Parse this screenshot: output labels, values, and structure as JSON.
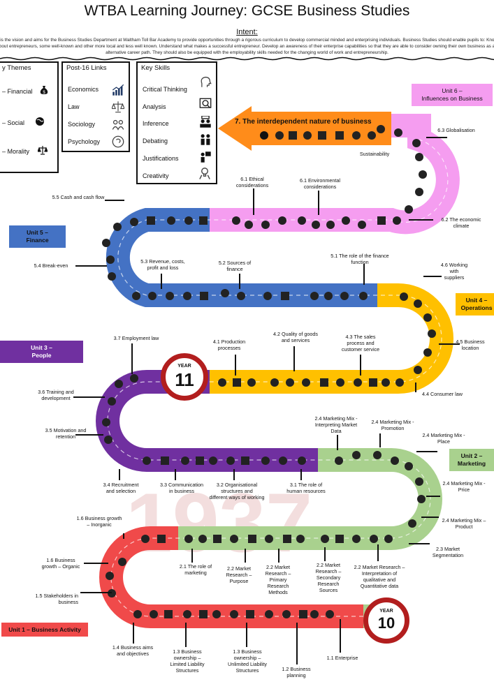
{
  "title": "WTBA Learning Journey: GCSE Business Studies",
  "intent": {
    "label": "Intent:",
    "text": "It is the vision and aims for the Business Studies Department at Waltham Toll Bar Academy to provide opportunities through a rigorous curriculum to develop commercial minded and enterprising individuals. Business Studies should enable pupils to: Know about entrepreneurs, some well-known and other more local and less well known. Understand what makes a successful entrepreneur. Develop an awareness of their enterprise capabilities so that they are able to consider owning their own business as an alternative career path. They should also be equipped with the employability skills needed for the changing world of work and entrepreneurship."
  },
  "key_themes": {
    "heading": "y Themes",
    "items": [
      {
        "label": "– Financial",
        "icon": "money-bag-icon"
      },
      {
        "label": "– Social",
        "icon": "globe-icon"
      },
      {
        "label": "– Morality",
        "icon": "scales-icon"
      }
    ]
  },
  "post16": {
    "heading": "Post-16 Links",
    "items": [
      {
        "label": "Economics",
        "icon": "growth-chart-icon"
      },
      {
        "label": "Law",
        "icon": "scales-icon"
      },
      {
        "label": "Sociology",
        "icon": "people-icon"
      },
      {
        "label": "Psychology",
        "icon": "head-icon"
      }
    ]
  },
  "key_skills": {
    "heading": "Key Skills",
    "items": [
      {
        "label": "Critical Thinking",
        "icon": "thinking-head-icon"
      },
      {
        "label": "Analysis",
        "icon": "magnifier-icon"
      },
      {
        "label": "Inference",
        "icon": "discussion-icon"
      },
      {
        "label": "Debating",
        "icon": "debate-icon"
      },
      {
        "label": "Justifications",
        "icon": "presenter-icon"
      },
      {
        "label": "Creativity",
        "icon": "lightbulb-icon"
      }
    ]
  },
  "arrow7": "7. The interdependent nature of business",
  "sustainability": "Sustainability",
  "units": {
    "u1": "Unit 1 –  Business Activity",
    "u2": "Unit 2 –\nMarketing",
    "u3": "Unit 3 –\nPeople",
    "u4": "Unit 4 –\nOperations",
    "u5": "Unit 5 –\nFinance",
    "u6": "Unit 6 –\nInfluences on Business"
  },
  "years": {
    "y10": {
      "label": "YEAR",
      "number": "10"
    },
    "y11": {
      "label": "YEAR",
      "number": "11"
    }
  },
  "topics": {
    "t1_1": "1.1 Enterprise",
    "t1_2": "1.2 Business\nplanning",
    "t1_3a": "1.3 Business\nownership –\nUnlimited Liability\nStructures",
    "t1_3b": "1.3 Business\nownership –\nLimited Liability\nStructures",
    "t1_4": "1.4 Business aims\nand objectives",
    "t1_5": "1.5 Stakeholders in\nbusiness",
    "t1_6a": "1.6 Business\ngrowth – Organic",
    "t1_6b": "1.6 Business growth\n– Inorganic",
    "t2_1": "2.1 The role of\nmarketing",
    "t2_2a": "2.2 Market\nResearch –\nPurpose",
    "t2_2b": "2.2 Market\nResearch –\nPrimary\nResearch\nMethods",
    "t2_2c": "2.2 Market\nResearch –\nSecondary\nResearch\nSources",
    "t2_2d": "2.2 Market Research –\nInterpretation of\nqualitative and\nQuantitative data",
    "t2_3": "2.3 Market\nSegmentation",
    "t2_4prod": "2.4 Marketing Mix –\nProduct",
    "t2_4price": "2.4 Marketing Mix -\nPrice",
    "t2_4place": "2.4 Marketing Mix -\nPlace",
    "t2_4promo": "2.4 Marketing Mix -\nPromotion",
    "t2_4data": "2.4 Marketing Mix -\nInterpreting Market\nData",
    "t3_1": "3.1 The role of\nhuman resources",
    "t3_2": "3.2 Organisational\nstructures and\ndifferent ways of working",
    "t3_3": "3.3 Communication\nin business",
    "t3_4": "3.4 Recruitment\nand selection",
    "t3_5": "3.5 Motivation and\nretention",
    "t3_6": "3.6 Training and\ndevelopment",
    "t3_7": "3.7 Employment law",
    "t4_1": "4.1 Production\nprocesses",
    "t4_2": "4.2 Quality of goods\nand services",
    "t4_3": "4.3 The sales\nprocess and\ncustomer service",
    "t4_4": "4.4 Consumer law",
    "t4_5": "4.5 Business\nlocation",
    "t4_6": "4.6 Working\nwith\nsuppliers",
    "t5_1": "5.1 The role of the finance\nfunction",
    "t5_2": "5.2 Sources of\nfinance",
    "t5_3": "5.3 Revenue, costs,\nprofit and loss",
    "t5_4": "5.4 Break-even",
    "t5_5": "5.5 Cash and cash flow",
    "t6_1a": "6.1 Ethical\nconsiderations",
    "t6_1b": "6.1 Environmental\nconsiderations",
    "t6_2": "6.2 The economic\nclimate",
    "t6_3": "6.3 Globalisation"
  },
  "colors": {
    "unit1": "#f04a4a",
    "unit2": "#a9d18e",
    "unit3": "#7030a0",
    "unit4": "#ffc000",
    "unit5": "#4472c4",
    "unit6": "#f59df0",
    "arrow": "#ff8c1a",
    "year_ring": "#b21e1e"
  }
}
